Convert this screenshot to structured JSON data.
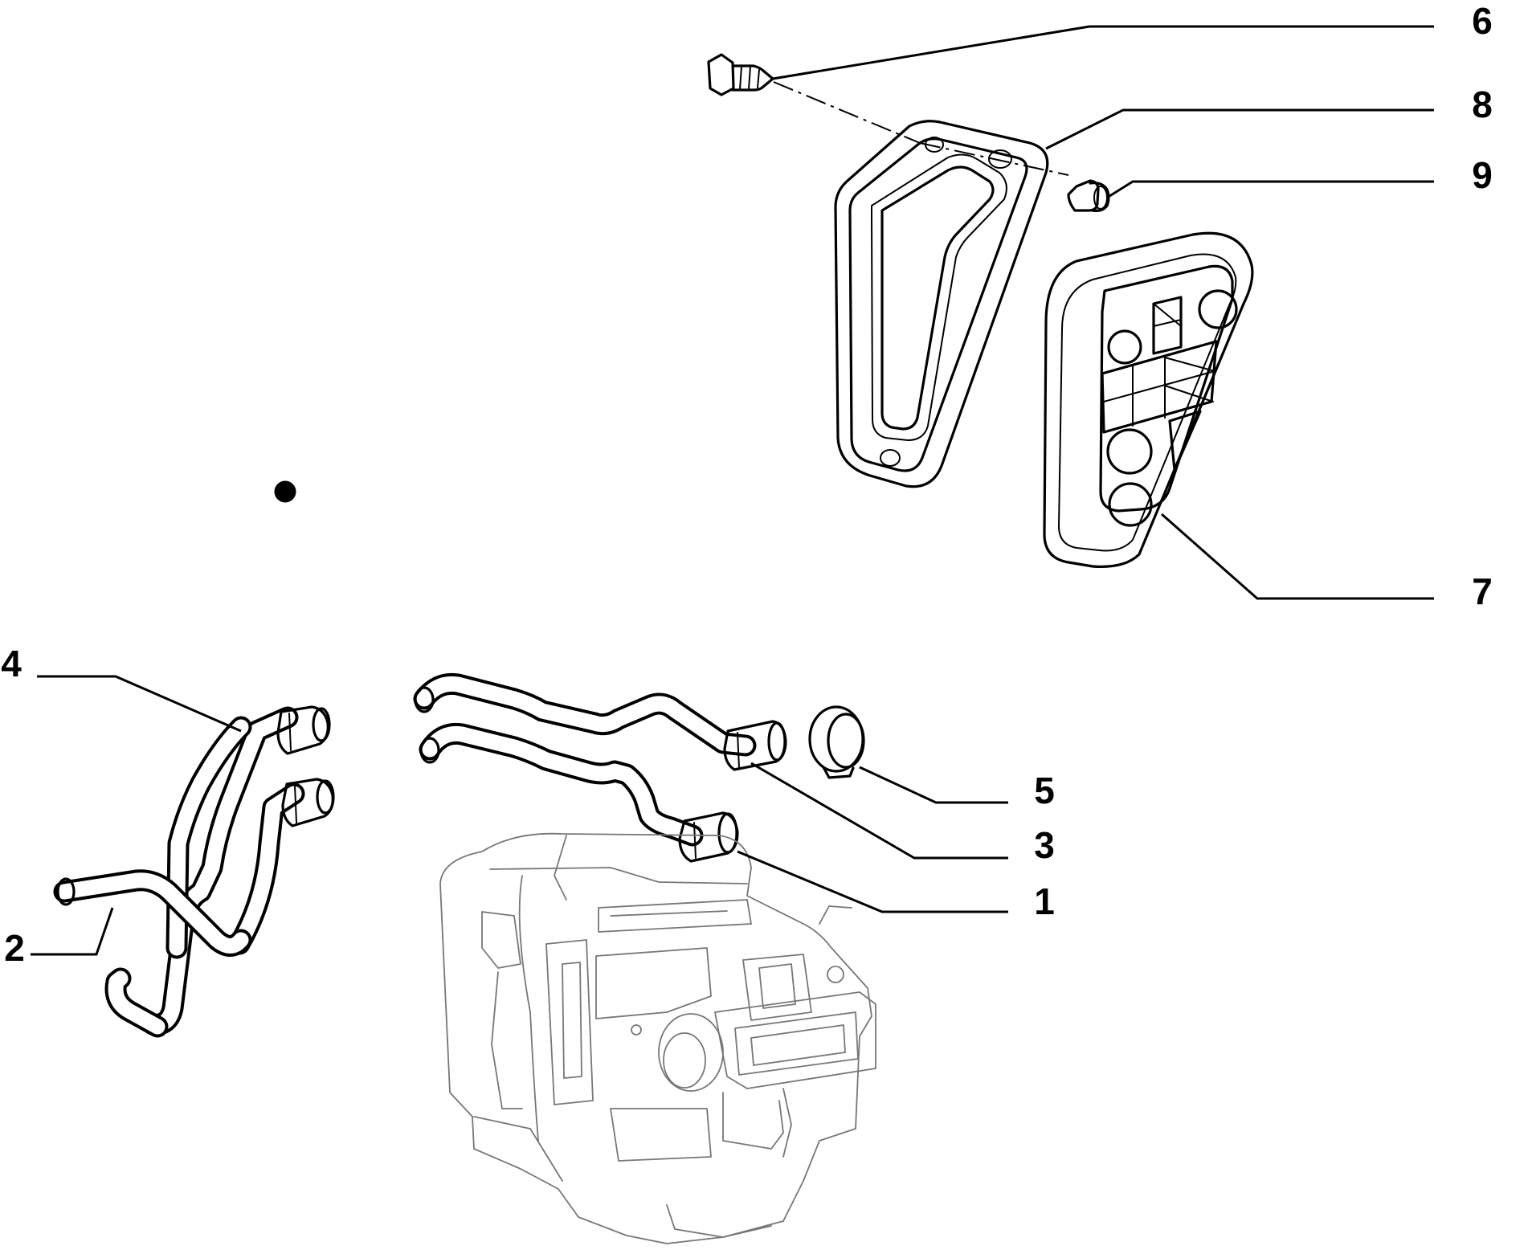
{
  "callouts": [
    {
      "id": "callout-1",
      "label": "1"
    },
    {
      "id": "callout-2",
      "label": "2"
    },
    {
      "id": "callout-3",
      "label": "3"
    },
    {
      "id": "callout-4",
      "label": "4"
    },
    {
      "id": "callout-5",
      "label": "5"
    },
    {
      "id": "callout-6",
      "label": "6"
    },
    {
      "id": "callout-7",
      "label": "7"
    },
    {
      "id": "callout-8",
      "label": "8"
    },
    {
      "id": "callout-9",
      "label": "9"
    }
  ]
}
